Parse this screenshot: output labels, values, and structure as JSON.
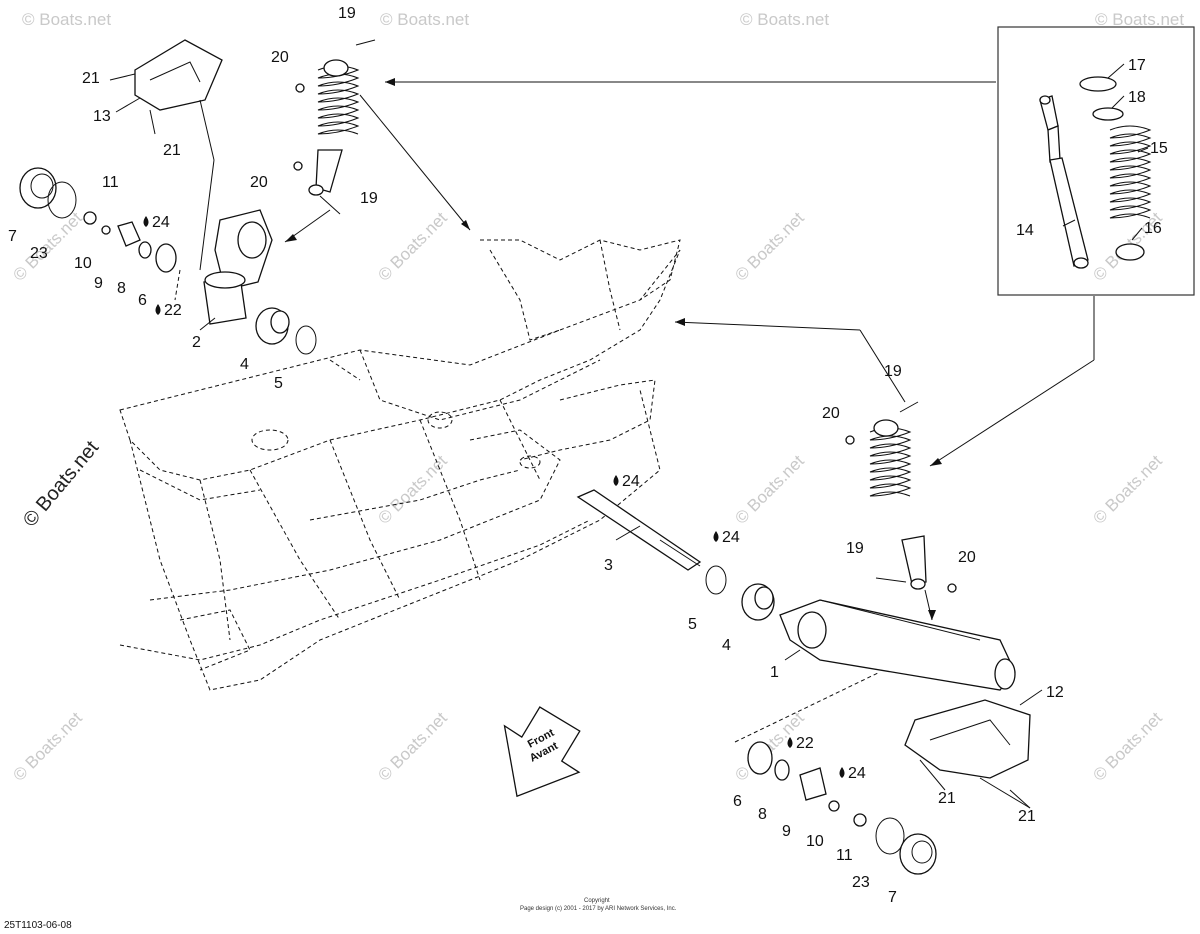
{
  "diagram": {
    "labels": {
      "l1": "1",
      "l2": "2",
      "l3": "3",
      "l4a": "4",
      "l4b": "4",
      "l5a": "5",
      "l5b": "5",
      "l6a": "6",
      "l6b": "6",
      "l7a": "7",
      "l7b": "7",
      "l8a": "8",
      "l8b": "8",
      "l9a": "9",
      "l9b": "9",
      "l10a": "10",
      "l10b": "10",
      "l11a": "11",
      "l11b": "11",
      "l12": "12",
      "l13": "13",
      "l14": "14",
      "l15": "15",
      "l16": "16",
      "l17": "17",
      "l18": "18",
      "l19a": "19",
      "l19b": "19",
      "l19c": "19",
      "l19d": "19",
      "l20a": "20",
      "l20b": "20",
      "l20c": "20",
      "l20d": "20",
      "l21a": "21",
      "l21b": "21",
      "l21c": "21",
      "l21d": "21",
      "l22a": "22",
      "l22b": "22",
      "l23a": "23",
      "l23b": "23",
      "l24a": "24",
      "l24b": "24",
      "l24c": "24",
      "l24d": "24"
    },
    "front_arrow": {
      "line1": "Front",
      "line2": "Avant"
    },
    "watermark": "© Boats.net",
    "copyright_line1": "Copyright",
    "copyright_line2": "Page design (c) 2001 - 2017 by ARI Network Services, Inc.",
    "drawing_code": "25T1103-06-08"
  }
}
